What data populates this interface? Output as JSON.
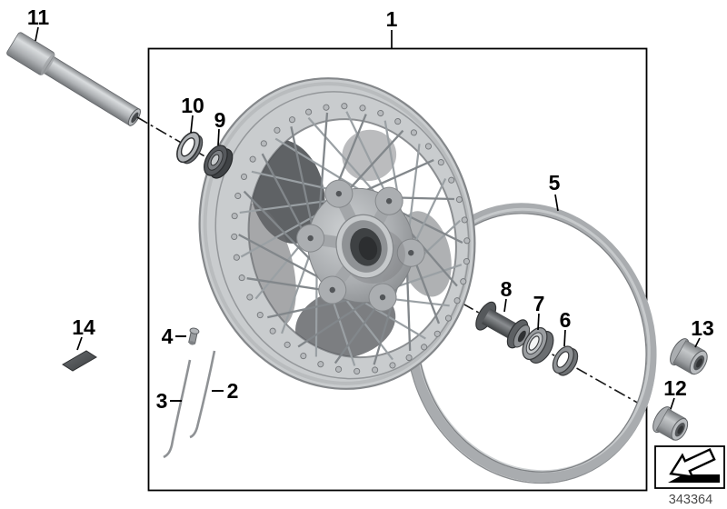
{
  "diagram_title": "Spoked wheel exploded parts diagram",
  "callouts": [
    "1",
    "2",
    "3",
    "4",
    "5",
    "6",
    "7",
    "8",
    "9",
    "10",
    "11",
    "12",
    "13",
    "14"
  ],
  "parts": [
    {
      "label": "1",
      "name": "spoked-wheel-assembly"
    },
    {
      "label": "2",
      "name": "spoke"
    },
    {
      "label": "3",
      "name": "spoke"
    },
    {
      "label": "4",
      "name": "spoke-nipple"
    },
    {
      "label": "5",
      "name": "rim-band"
    },
    {
      "label": "6",
      "name": "washer"
    },
    {
      "label": "7",
      "name": "bearing"
    },
    {
      "label": "8",
      "name": "spacer-sleeve"
    },
    {
      "label": "9",
      "name": "bearing"
    },
    {
      "label": "10",
      "name": "sealing-ring"
    },
    {
      "label": "11",
      "name": "axle-tube"
    },
    {
      "label": "12",
      "name": "bushing"
    },
    {
      "label": "13",
      "name": "bushing"
    },
    {
      "label": "14",
      "name": "balance-weight"
    }
  ],
  "footer": {
    "part_number": "343364"
  },
  "icons": {
    "replacement_part_arrow": "arrow pointing lower-left"
  },
  "colors": {
    "outline": "#000000",
    "metal_light": "#d2d5d7",
    "metal_mid": "#a7aaad",
    "metal_dark": "#56595c",
    "background": "#ffffff",
    "part_number_text": "#4a4a4a"
  }
}
